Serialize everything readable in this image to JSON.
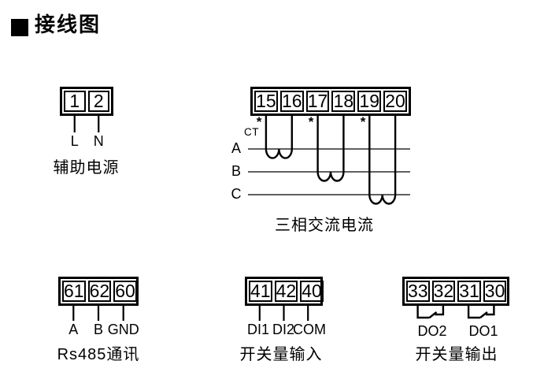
{
  "header": {
    "title": "接线图"
  },
  "colors": {
    "ink": "#000000",
    "background": "#ffffff"
  },
  "aux_power": {
    "terminals": [
      "1",
      "2"
    ],
    "wire_labels": [
      "L",
      "N"
    ],
    "caption": "辅助电源"
  },
  "phase_current": {
    "terminals": [
      "15",
      "16",
      "17",
      "18",
      "19",
      "20"
    ],
    "star": "*",
    "ct_label": "CT",
    "phase_labels": [
      "A",
      "B",
      "C"
    ],
    "caption": "三相交流电流"
  },
  "rs485": {
    "terminals": [
      "61",
      "62",
      "60"
    ],
    "wire_labels": [
      "A",
      "B",
      "GND"
    ],
    "caption": "Rs485通讯"
  },
  "digital_input": {
    "terminals": [
      "41",
      "42",
      "40"
    ],
    "wire_labels": [
      "DI1",
      "DI2",
      "COM"
    ],
    "caption": "开关量输入"
  },
  "digital_output": {
    "terminals": [
      "33",
      "32",
      "31",
      "30"
    ],
    "relay_labels": [
      "DO2",
      "DO1"
    ],
    "caption": "开关量输出"
  }
}
